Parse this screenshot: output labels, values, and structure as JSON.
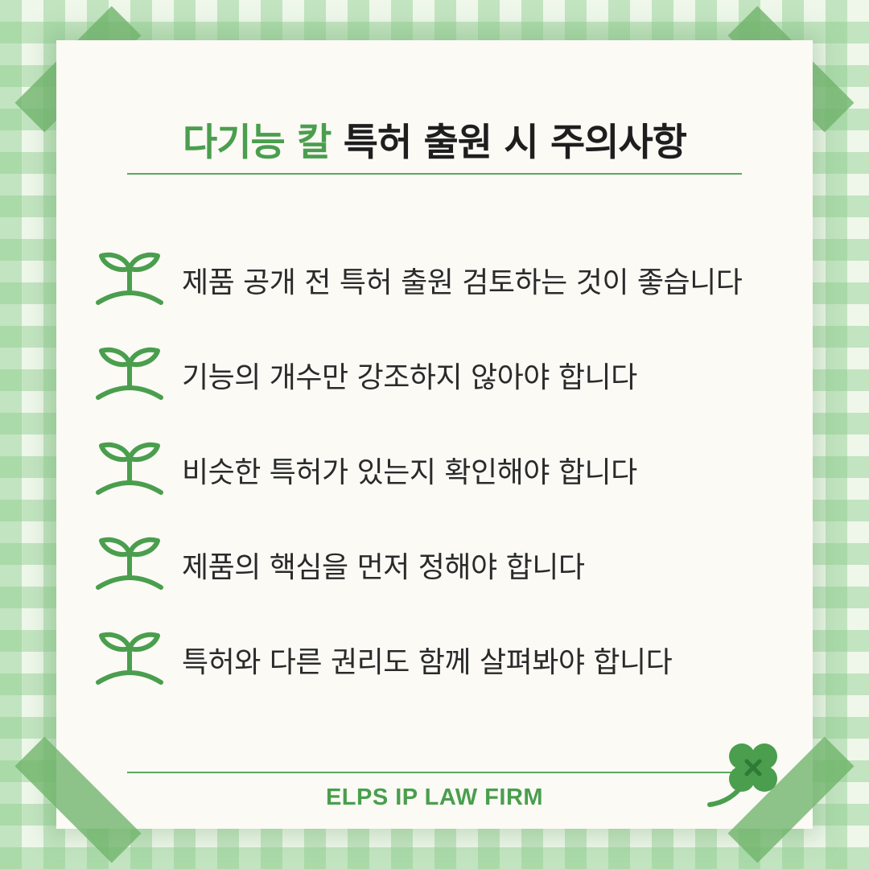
{
  "title": {
    "accent": "다기능 칼",
    "rest": " 특허 출원 시 주의사항"
  },
  "items": [
    {
      "icon": "sprout-icon",
      "text": "제품 공개 전 특허 출원 검토하는 것이 좋습니다"
    },
    {
      "icon": "sprout-icon",
      "text": "기능의 개수만 강조하지 않아야 합니다"
    },
    {
      "icon": "sprout-icon",
      "text": "비슷한 특허가 있는지 확인해야 합니다"
    },
    {
      "icon": "sprout-icon",
      "text": "제품의 핵심을 먼저 정해야 합니다"
    },
    {
      "icon": "sprout-icon",
      "text": "특허와 다른 권리도 함께 살펴봐야 합니다"
    }
  ],
  "footer": {
    "brand": "ELPS IP LAW FIRM"
  },
  "colors": {
    "accent": "#4a9e4e",
    "text": "#2a2a2a",
    "paper": "#fbfaf5"
  }
}
